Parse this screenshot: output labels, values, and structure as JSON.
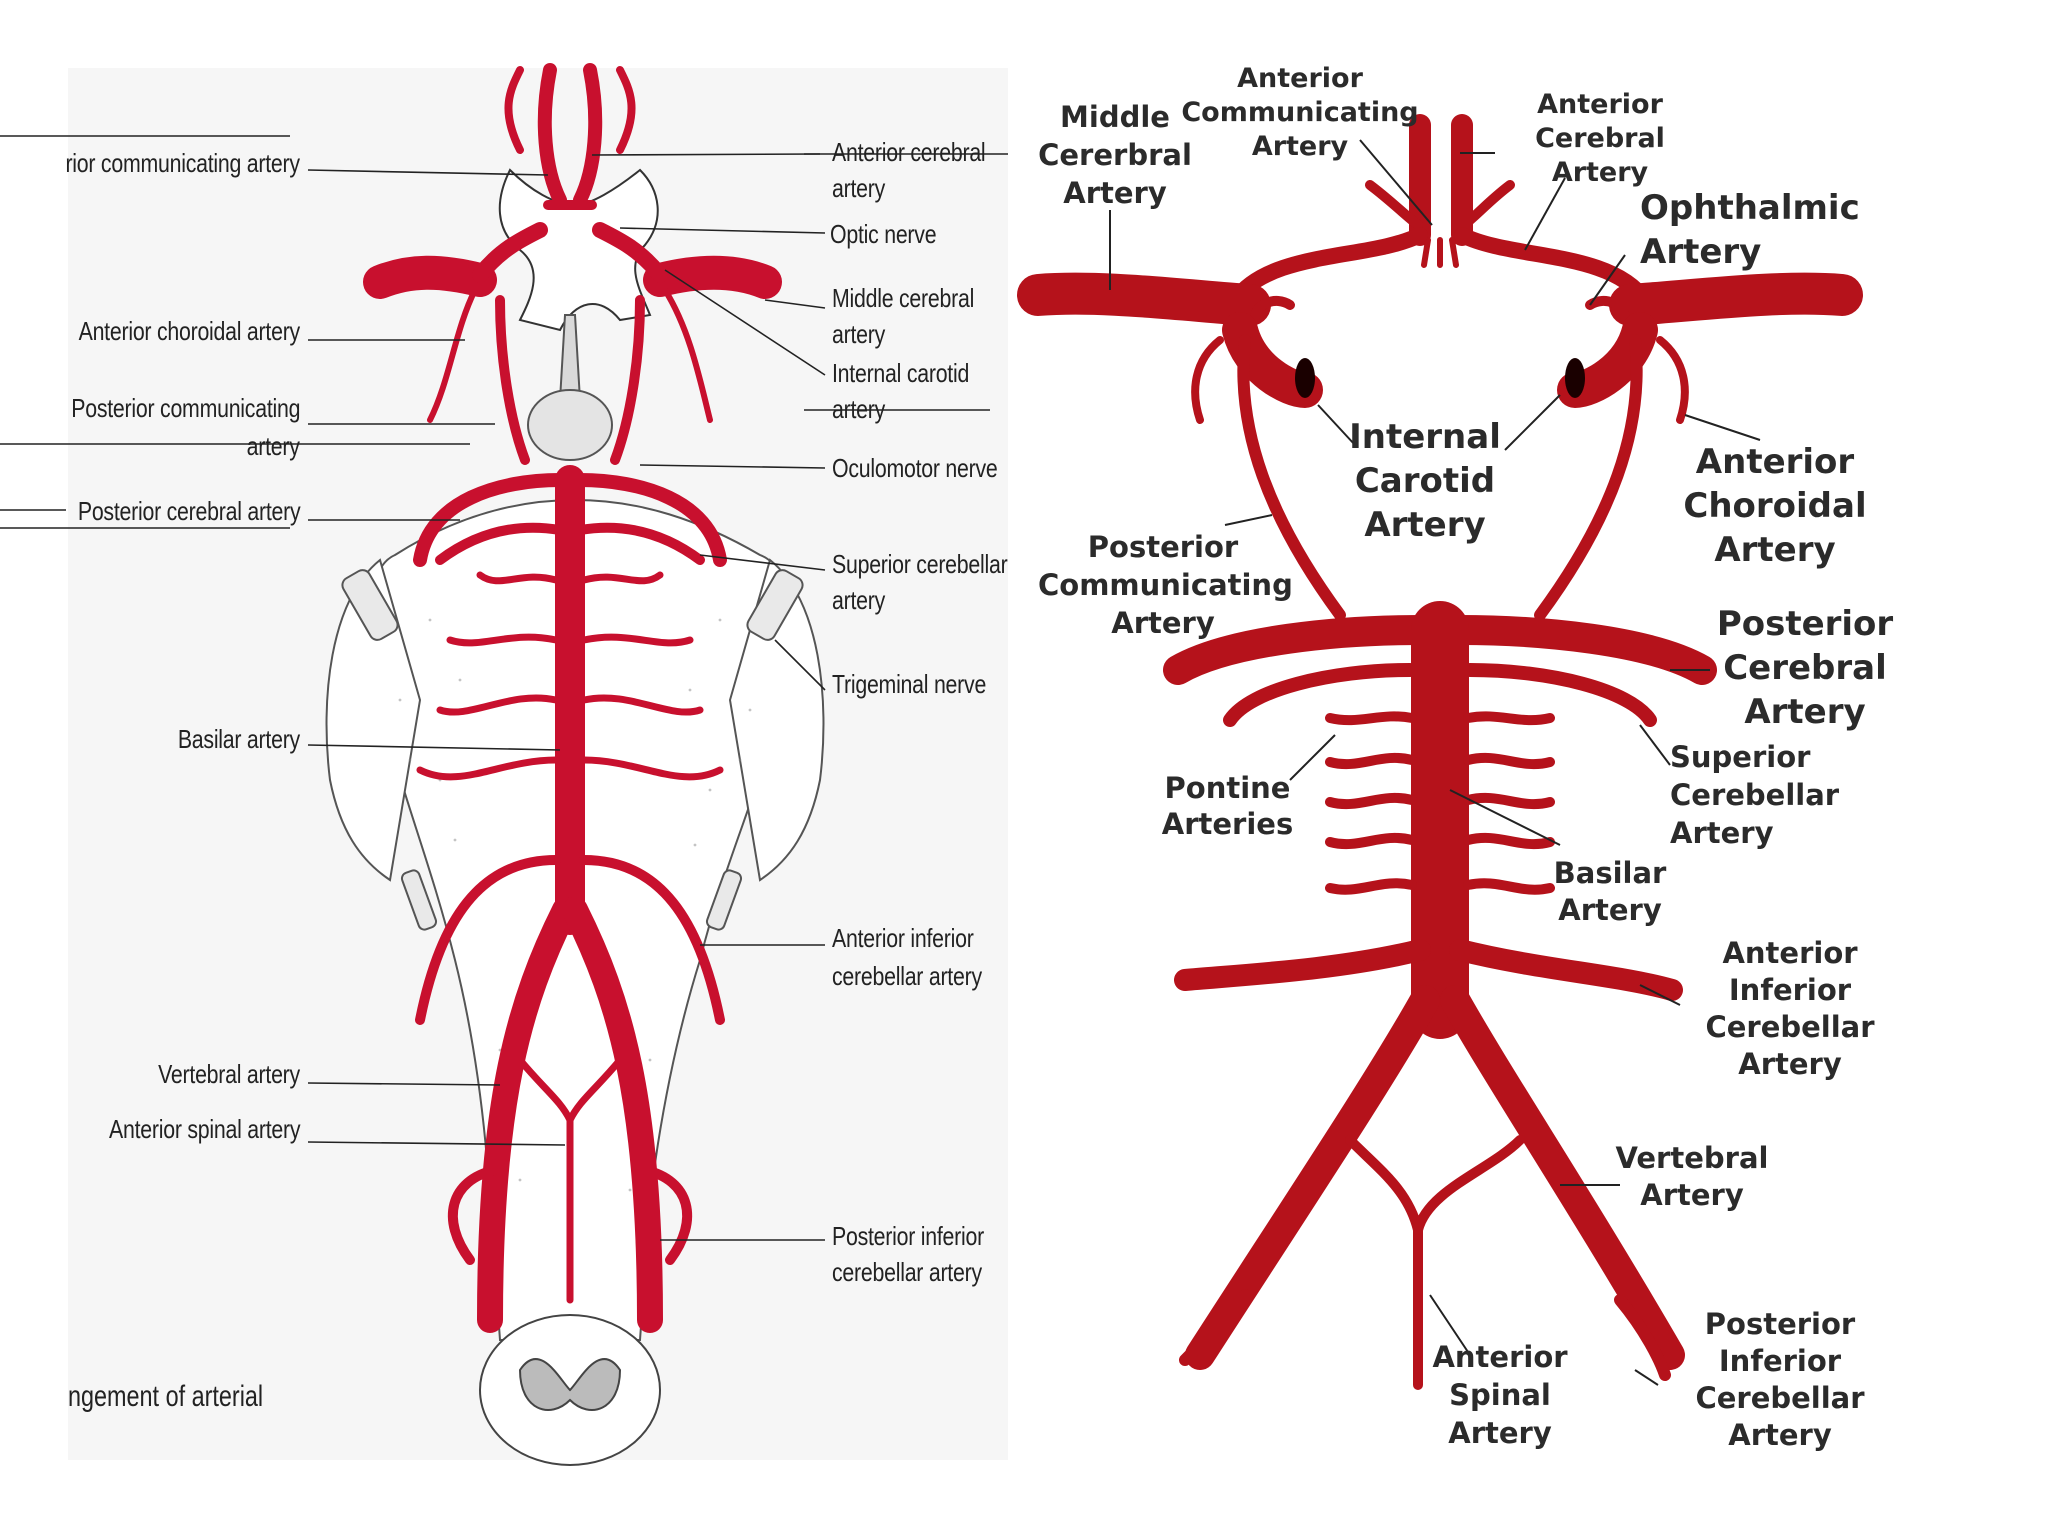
{
  "colors": {
    "artery": "#c8102e",
    "artery_dark": "#b3141b",
    "artery_right": "#b5121b",
    "paper": "#f6f6f6",
    "ink": "#222222"
  },
  "left_diagram": {
    "labels_left": {
      "ant_comm": "rior communicating artery",
      "ant_choroidal": "Anterior choroidal artery",
      "post_comm_1": "Posterior communicating",
      "post_comm_2": "artery",
      "post_cerebral": "Posterior cerebral artery",
      "basilar": "Basilar artery",
      "vertebral": "Vertebral artery",
      "ant_spinal": "Anterior spinal artery"
    },
    "labels_right": {
      "ant_cerebral_1": "Anterior cerebral",
      "ant_cerebral_2": "artery",
      "optic": "Optic nerve",
      "mid_cerebral_1": "Middle cerebral",
      "mid_cerebral_2": "artery",
      "int_carotid_1": "Internal carotid",
      "int_carotid_2": "artery",
      "oculomotor": "Oculomotor nerve",
      "sup_cerebellar_1": "Superior cerebellar",
      "sup_cerebellar_2": "artery",
      "trigeminal": "Trigeminal nerve",
      "aica_1": "Anterior inferior",
      "aica_2": "cerebellar artery",
      "pica_1": "Posterior inferior",
      "pica_2": "cerebellar artery"
    },
    "caption": "ngement of arterial"
  },
  "right_diagram": {
    "ant_comm": [
      "Anterior",
      "Communicating",
      "Artery"
    ],
    "mid_cerebral": [
      "Middle",
      "Cererbral",
      "Artery"
    ],
    "ant_cerebral": [
      "Anterior",
      "Cerebral",
      "Artery"
    ],
    "ophthalmic": [
      "Ophthalmic",
      "Artery"
    ],
    "int_carotid": [
      "Internal",
      "Carotid",
      "Artery"
    ],
    "ant_choroidal": [
      "Anterior",
      "Choroidal",
      "Artery"
    ],
    "post_comm": [
      "Posterior",
      "Communicating",
      "Artery"
    ],
    "post_cerebral": [
      "Posterior",
      "Cerebral",
      "Artery"
    ],
    "pontine": [
      "Pontine",
      "Arteries"
    ],
    "sup_cerebellar": [
      "Superior",
      "Cerebellar",
      "Artery"
    ],
    "basilar": [
      "Basilar",
      "Artery"
    ],
    "aica": [
      "Anterior",
      "Inferior",
      "Cerebellar",
      "Artery"
    ],
    "vertebral": [
      "Vertebral",
      "Artery"
    ],
    "ant_spinal": [
      "Anterior",
      "Spinal",
      "Artery"
    ],
    "pica": [
      "Posterior",
      "Inferior",
      "Cerebellar",
      "Artery"
    ]
  }
}
